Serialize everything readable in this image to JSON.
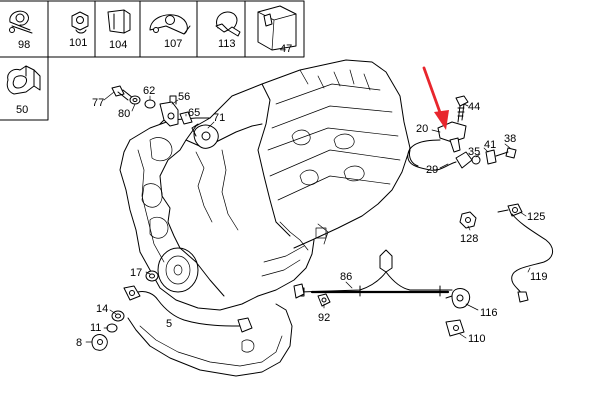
{
  "legend_cells": [
    {
      "id": "98",
      "label": "98"
    },
    {
      "id": "101",
      "label": "101"
    },
    {
      "id": "104",
      "label": "104"
    },
    {
      "id": "107",
      "label": "107"
    },
    {
      "id": "113",
      "label": "113"
    },
    {
      "id": "47",
      "label": "47"
    },
    {
      "id": "50",
      "label": "50"
    }
  ],
  "callouts": [
    {
      "id": "77",
      "label": "77"
    },
    {
      "id": "80",
      "label": "80"
    },
    {
      "id": "62",
      "label": "62"
    },
    {
      "id": "56",
      "label": "56"
    },
    {
      "id": "65",
      "label": "65"
    },
    {
      "id": "71",
      "label": "71"
    },
    {
      "id": "44",
      "label": "44"
    },
    {
      "id": "20",
      "label": "20"
    },
    {
      "id": "41",
      "label": "41"
    },
    {
      "id": "38",
      "label": "38"
    },
    {
      "id": "35",
      "label": "35"
    },
    {
      "id": "29",
      "label": "29"
    },
    {
      "id": "125",
      "label": "125"
    },
    {
      "id": "128",
      "label": "128"
    },
    {
      "id": "119",
      "label": "119"
    },
    {
      "id": "86",
      "label": "86"
    },
    {
      "id": "17",
      "label": "17"
    },
    {
      "id": "14",
      "label": "14"
    },
    {
      "id": "11",
      "label": "11"
    },
    {
      "id": "8",
      "label": "8"
    },
    {
      "id": "5",
      "label": "5"
    },
    {
      "id": "92",
      "label": "92"
    },
    {
      "id": "116",
      "label": "116"
    },
    {
      "id": "110",
      "label": "110"
    }
  ],
  "colors": {
    "line": "#000000",
    "background": "#ffffff",
    "highlight_arrow": "#e8262d"
  }
}
